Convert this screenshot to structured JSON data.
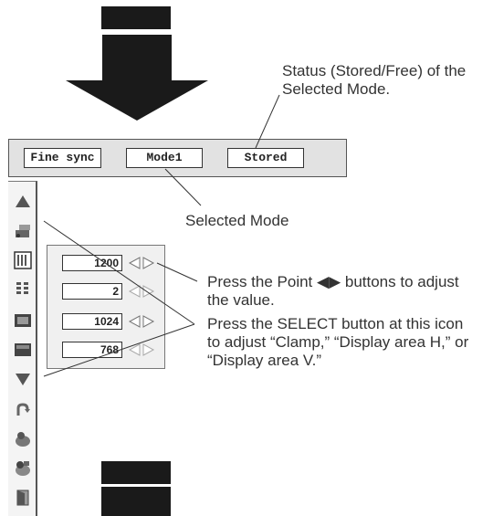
{
  "menu": {
    "item_name": "Fine sync",
    "mode": "Mode1",
    "status": "Stored"
  },
  "values": [
    "1200",
    "2",
    "1024",
    "768"
  ],
  "callouts": {
    "status_line1": "Status (Stored/Free) of the",
    "status_line2": "Selected Mode.",
    "selected_mode": "Selected Mode",
    "point_line1": "Press the Point ◀▶ buttons to adjust",
    "point_line2": "the value.",
    "select_line1": "Press the SELECT button at this icon",
    "select_line2": "to adjust “Clamp,” “Display area H,” or",
    "select_line3": "“Display area V.”"
  },
  "sidebar_icons": [
    "up-arrow-icon",
    "input-icon",
    "fine-sync-icon",
    "total-dots-icon",
    "position-icon",
    "display-area-icon",
    "down-arrow-icon",
    "reset-icon",
    "store-icon",
    "mode-free-icon",
    "quit-icon"
  ],
  "colors": {
    "menubar_bg": "#e2e2e2",
    "arrow": "#1a1a1a"
  }
}
